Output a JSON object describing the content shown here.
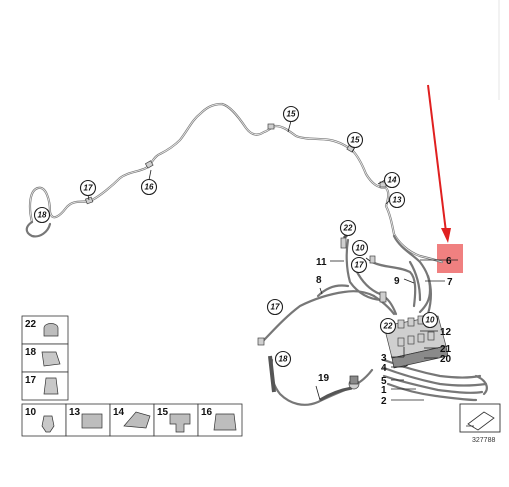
{
  "diagram": {
    "reference_number": "327788",
    "highlighted_part": "6"
  },
  "callouts": {
    "c15a": "15",
    "c15b": "15",
    "c14": "14",
    "c13": "13",
    "c16": "16",
    "c17a": "17",
    "c18a": "18",
    "c22a": "22",
    "c10a": "10",
    "c17b": "17",
    "c17c": "17",
    "c18b": "18",
    "c22b": "22",
    "c10b": "10"
  },
  "labels": {
    "l6": "6",
    "l7": "7",
    "l9": "9",
    "l11": "11",
    "l8": "8",
    "l12": "12",
    "l21": "21",
    "l20": "20",
    "l3": "3",
    "l4": "4",
    "l5": "5",
    "l1": "1",
    "l2": "2",
    "l19": "19"
  },
  "legend": {
    "cells": [
      "22",
      "18",
      "17",
      "10",
      "13",
      "14",
      "15",
      "16"
    ]
  },
  "colors": {
    "highlight": "#f08080",
    "arrow": "#e02020"
  }
}
